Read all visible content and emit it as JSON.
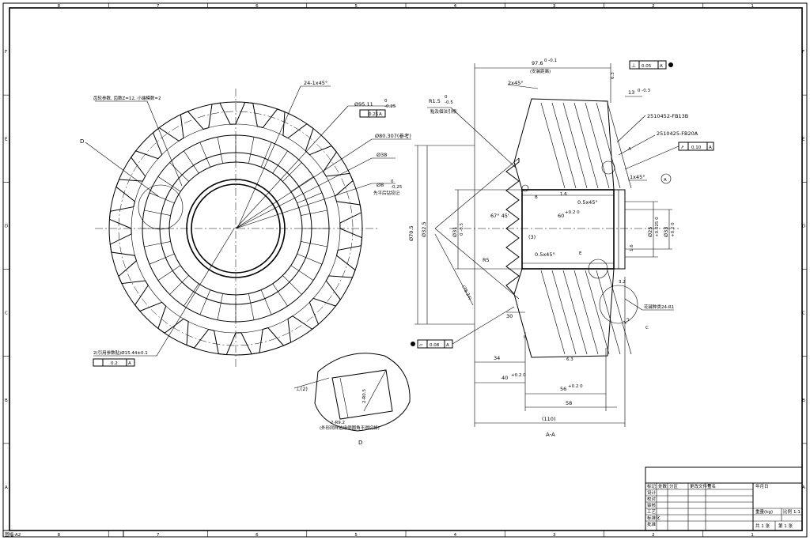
{
  "border": {
    "col_labels": [
      "8",
      "7",
      "6",
      "5",
      "4",
      "3",
      "2",
      "1"
    ],
    "row_labels": [
      "F",
      "E",
      "D",
      "C",
      "B",
      "A"
    ],
    "corner_tag": "图幅-A2"
  },
  "front_view": {
    "view_tag": "D",
    "note_tooth": "齿轮参数, 齿数Z=12, 小端模数=2",
    "chamfer": "24-1x45°",
    "dia_outer": "Ø95.11",
    "dia_outer_tol_up": "0",
    "dia_outer_tol_dn": "-0.25",
    "tol_outer_val": "0.25",
    "tol_outer_datum": "A",
    "dia_pitch": "Ø80.307(参考)",
    "dia_38": "Ø38",
    "dia_8": "Ø8",
    "dia_8_tol_up": "0",
    "dia_8_tol_dn": "-0.25",
    "note_8": "先平后钻铰记",
    "note_bottom": "2(引用参数贴)Ø15.44±0.1",
    "tol_bottom_val": "0.2",
    "tol_bottom_datum": "A"
  },
  "detail_view": {
    "title": "D",
    "angle_21": "⊥(2)",
    "dim_side": "2-R0.5",
    "dim_bottom": "2-R9.2",
    "note": "(外形同样边缘倒圆角不得切掉)"
  },
  "section_view": {
    "title": "A-A",
    "dim_top": "97.6",
    "dim_top_tol": "0 -0.1",
    "dim_top_note": "(安装距离)",
    "perp_tol_val": "0.05",
    "perp_tol_datum": "A",
    "chamfer_top": "2x45°",
    "radius_R": "R1.5",
    "radius_tol_up": "0",
    "radius_tol_dn": "-0.5",
    "radius_note": "點及個法引根",
    "dim_13": "13",
    "dim_13_tol": "0 -0.3",
    "roughness_63": "6.3",
    "part_no_1": "2510452-FB13B",
    "part_no_2": "2510425-FB20A",
    "runout_val": "0.10",
    "runout_datum": "A",
    "chamfer_1x45": "1x45°",
    "datum_circle": "A",
    "dim_70_5": "Ø70.5",
    "dim_32_5": "Ø32.5",
    "dim_31": "Ø31",
    "dim_31_tol": "0 -0.5",
    "angle_67": "67° 45'",
    "hole_60": "60",
    "hole_60_tol": "+0.2 0",
    "chamfer_a": "0.5x45°",
    "chamfer_b": "0.5x45°",
    "dim_3": "(3)",
    "r5": "R5",
    "dim_diag": "(78.34)",
    "dim_30": "30",
    "dim_34": "34",
    "dim_40": "40",
    "dim_40_tol": "+0.2 0",
    "dim_56": "56",
    "dim_56_tol": "+0.2 0",
    "dim_58": "58",
    "dim_110": "(110)",
    "dim_25": "Ø25",
    "dim_25_tol": "+0.025 0",
    "dim_33": "Ø33",
    "dim_33_tol": "+0.2 0",
    "dim_1_6": "1.6",
    "roughness_16": "1.6",
    "roughness_32": "3.2",
    "roughness_63b": "6.3",
    "spline_note": "花键种类24-R1",
    "flat_tol_val": "0.08",
    "flat_tol_datum": "A",
    "label_B": "B",
    "label_C": "C",
    "label_E": "E",
    "label_I": "I",
    "label_A": "A",
    "label_12": "1.2"
  },
  "title_block": {
    "header": [
      "标记",
      "处数",
      "分区",
      "更改文件号",
      "签名",
      "年月日"
    ],
    "rows": [
      "设计",
      "校对",
      "审核",
      "工艺",
      "标准化",
      "批准"
    ],
    "weight": "重量(kg)",
    "scale_label": "比例",
    "scale": "1:1",
    "sheets": "共 1 张",
    "sheet": "第 1 张"
  }
}
